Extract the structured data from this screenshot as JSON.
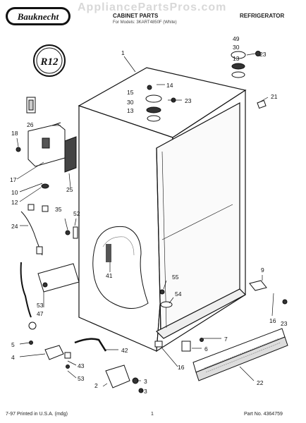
{
  "header": {
    "brand": "Bauknecht",
    "watermark": "AppliancePartsPros.com",
    "section_title": "CABINET PARTS",
    "product": "REFRIGERATOR",
    "for_models": "For Models: 3KART4850F (White)",
    "model_line2": "(White)"
  },
  "badge": {
    "text": "R12"
  },
  "footer": {
    "printed": "7-97 Printed in U.S.A. (mdg)",
    "page": "1",
    "part_no": "Part No. 4364759"
  },
  "callouts": [
    "1",
    "49",
    "30",
    "13",
    "23",
    "14",
    "15",
    "30",
    "13",
    "23",
    "21",
    "26",
    "18",
    "17",
    "10",
    "12",
    "25",
    "35",
    "52",
    "24",
    "41",
    "9",
    "55",
    "54",
    "53",
    "47",
    "16",
    "23",
    "5",
    "4",
    "7",
    "6",
    "42",
    "43",
    "53",
    "2",
    "3",
    "3",
    "16",
    "22"
  ]
}
